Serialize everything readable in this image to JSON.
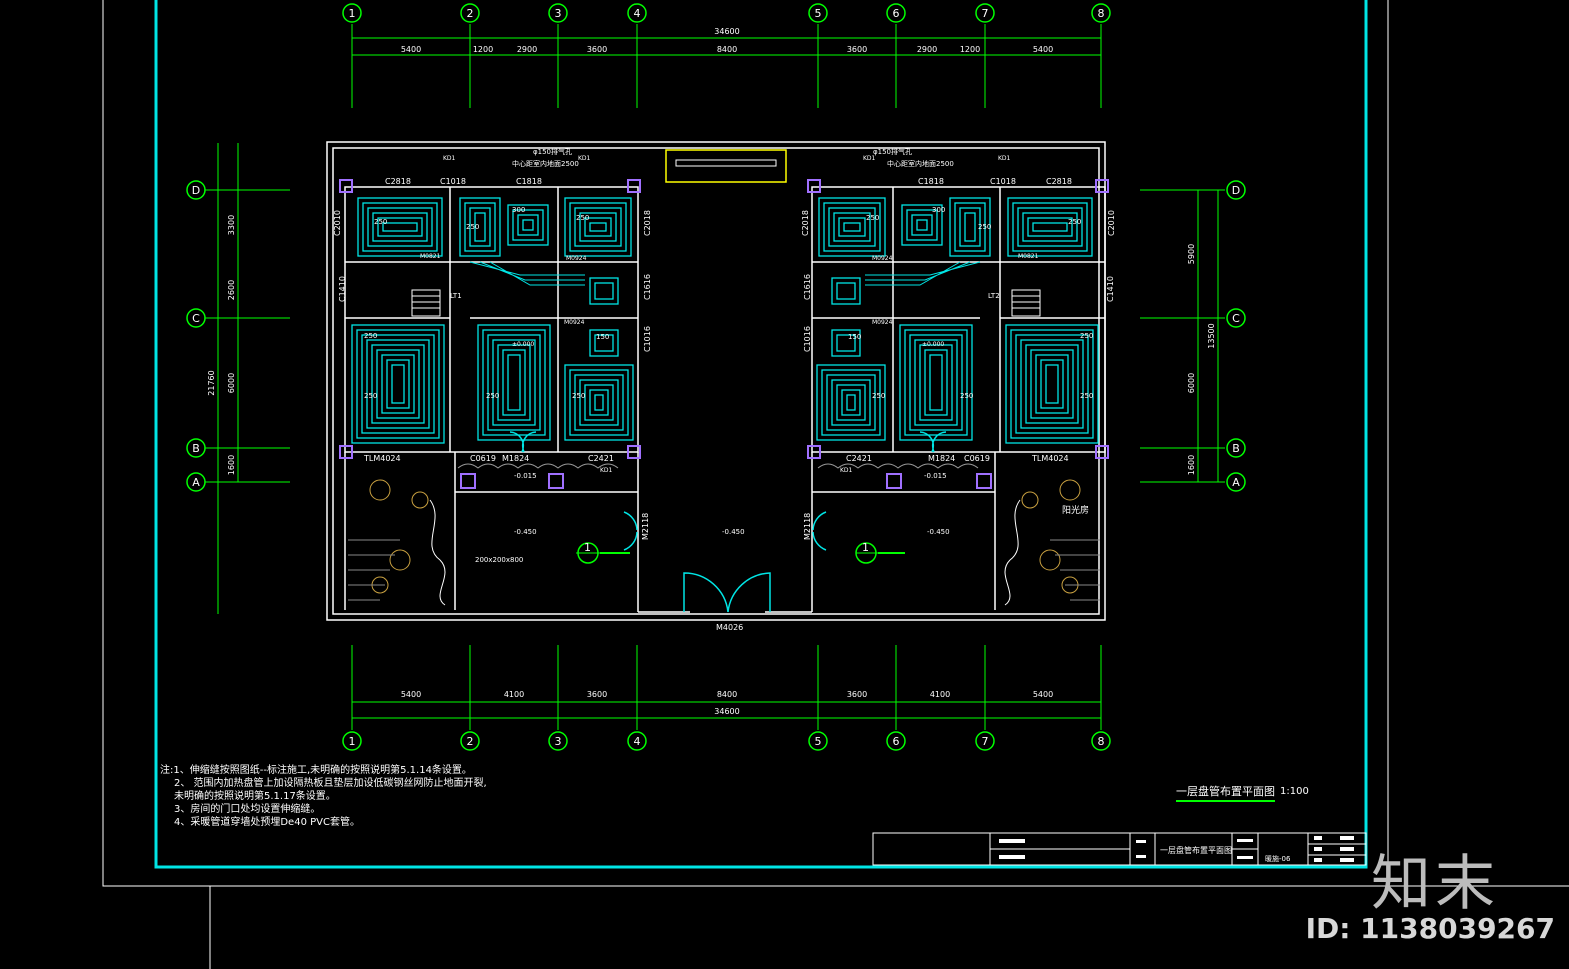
{
  "drawing": {
    "title": "一层盘管布置平面图",
    "scale": "1:100",
    "sheet_title": "一层盘管布置平面图",
    "sheet_no": "暖施-06"
  },
  "axes": {
    "columns": [
      "1",
      "2",
      "3",
      "4",
      "5",
      "6",
      "7",
      "8"
    ],
    "rows": [
      "D",
      "C",
      "B",
      "A"
    ]
  },
  "dims": {
    "top_total": "34600",
    "top_segments": [
      "5400",
      "1200",
      "2900",
      "3600",
      "8400",
      "3600",
      "2900",
      "1200",
      "5400"
    ],
    "bottom_total": "34600",
    "bottom_segments": [
      "5400",
      "4100",
      "3600",
      "8400",
      "3600",
      "4100",
      "5400"
    ],
    "left_total": "21760",
    "left_segments": [
      "3300",
      "2600",
      "6000",
      "1600"
    ],
    "right_total": "13500",
    "right_segments": [
      "5900",
      "6000",
      "1600"
    ]
  },
  "labels": {
    "window_c2818": "C2818",
    "window_c1018": "C1018",
    "window_c1818": "C1818",
    "window_c2010": "C2010",
    "window_c2018": "C2018",
    "window_c1410": "C1410",
    "window_c1616": "C1616",
    "window_c1016": "C1016",
    "door_m1824": "M1824",
    "door_c0619": "C0619",
    "window_c2421": "C2421",
    "door_tlm4024": "TLM4024",
    "door_m2118": "M2118",
    "door_m4026": "M4026",
    "door_m0821": "M0821",
    "door_m0924": "M0924",
    "vent_label": "φ150排气孔",
    "vent_note": "中心距室内地面2500",
    "kd1": "KD1",
    "lt1": "LT1",
    "lt2": "LT2",
    "sunroom": "阳光房",
    "elev_0": "±0.000",
    "elev_015": "-0.015",
    "elev_450": "-0.450",
    "pit": "200x200x800",
    "coil_250": "250",
    "coil_150": "150",
    "coil_300": "300",
    "section_mark": "1"
  },
  "notes": [
    "注:1、伸缩缝按照图纸--标注施工,未明确的按照说明第5.1.14条设置。",
    "2、    范围内加热盘管上加设隔热板且垫层加设低碳钢丝网防止地面开裂,",
    "未明确的按照说明第5.1.17条设置。",
    "3、房间的门口处均设置伸缩缝。",
    "4、采暖管道穿墙处预埋De40 PVC套管。"
  ],
  "watermark": {
    "logo": "知末",
    "id": "ID: 1138039267"
  },
  "colors": {
    "frame": "#00e5e5",
    "axis": "#00ff00",
    "wall": "#ffffff",
    "coil": "#00e5e5",
    "dim": "#00ff00"
  }
}
